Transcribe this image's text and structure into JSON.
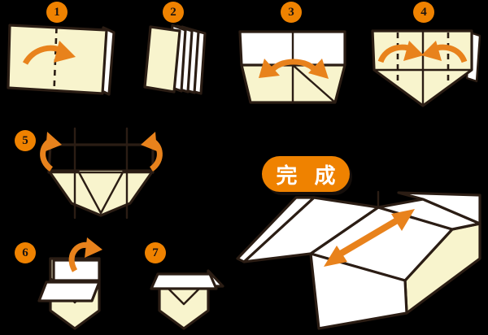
{
  "page": {
    "title": "Origami box folding instructions",
    "background": "#000000"
  },
  "palette": {
    "paper_cream": "#f8f4cd",
    "paper_white": "#ffffff",
    "outline_dark": "#2b1d14",
    "accent_orange": "#ef8200",
    "arrow_orange": "#e8821c",
    "badge_text": "#1c1410",
    "pill_text": "#ffffff"
  },
  "steps": [
    {
      "number": "1",
      "name": "fold-paper-in-half",
      "arrow": "curved-right-arrow",
      "fold_line": "dashed-vertical-center"
    },
    {
      "number": "2",
      "name": "stacked-folded-sheets",
      "arrow": "none",
      "fold_line": "none"
    },
    {
      "number": "3",
      "name": "open-and-flatten",
      "arrow": "double-headed-curved-arrow",
      "fold_line": "none"
    },
    {
      "number": "4",
      "name": "fold-both-sides-inward",
      "arrow": "two-inward-curved-arrows",
      "fold_line": "dashed-vertical-pair"
    },
    {
      "number": "5",
      "name": "fold-flaps-up",
      "arrow": "two-curl-up-arrows",
      "fold_line": "none"
    },
    {
      "number": "6",
      "name": "fold-top-flap-down",
      "arrow": "curved-down-arrow",
      "fold_line": "none"
    },
    {
      "number": "7",
      "name": "folded-result",
      "arrow": "none",
      "fold_line": "none"
    }
  ],
  "completion": {
    "label": "完 成",
    "name": "completion-badge"
  },
  "final_box": {
    "name": "finished-box-illustration",
    "arrow": "double-headed-straight-arrow",
    "arrow_meaning": "open-the-box"
  }
}
